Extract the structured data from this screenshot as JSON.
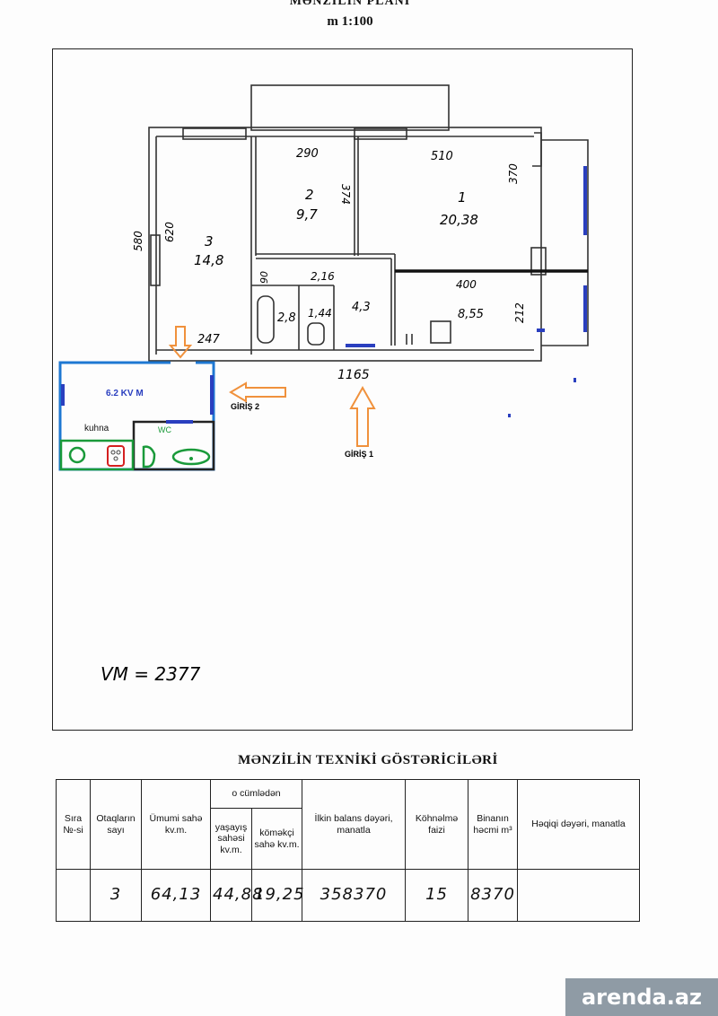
{
  "plan": {
    "title": "MƏNZİLİN PLANI",
    "scale": "m 1:100",
    "rooms": [
      {
        "number": "1",
        "area": "20,38"
      },
      {
        "number": "2",
        "area": "9,7"
      },
      {
        "number": "3",
        "area": "14,8"
      },
      {
        "area": "2,8"
      },
      {
        "area": "1,44"
      },
      {
        "area": "4,3"
      },
      {
        "area": "8,55"
      }
    ],
    "dimensions": [
      "290",
      "510",
      "374",
      "370",
      "620",
      "580",
      "2,16",
      "90",
      "400",
      "212",
      "247",
      "1165"
    ],
    "annex": {
      "area": "6.2 KV M",
      "kitchen": "kuhna",
      "wc": "WC"
    },
    "entrances": {
      "entrance_1": "GİRİŞ 1",
      "entrance_2": "GİRİŞ 2"
    },
    "volume_note": "VM = 2377"
  },
  "tech": {
    "title": "MƏNZİLİN TEXNİKİ GÖSTƏRİCİLƏRİ",
    "headers": {
      "sira": "Sıra №-si",
      "otaqlar": "Otaqların sayı",
      "umumi": "Ümumi sahə kv.m.",
      "group": "o cümlədən",
      "yasayis": "yaşayış sahəsi kv.m.",
      "komekci": "köməkçi sahə kv.m.",
      "ilkin": "İlkin balans dəyəri, manatla",
      "kohnelme": "Köhnəlmə faizi",
      "binanin": "Binanın həcmi m³",
      "heqiqi": "Həqiqi dəyəri, manatla"
    },
    "row": {
      "sira": "",
      "otaqlar": "3",
      "umumi": "64,13",
      "yasayis": "44,88",
      "komekci": "19,25",
      "ilkin": "358370",
      "kohnelme": "15",
      "binanin": "8370",
      "heqiqi": ""
    }
  },
  "watermark": "arenda.az",
  "colors": {
    "annex_outline": "#1e78d2",
    "fixtures": "#1a9a3a",
    "accent_blue": "#2a3fbf",
    "arrow": "#f0913c",
    "stove_red": "#d42020"
  }
}
